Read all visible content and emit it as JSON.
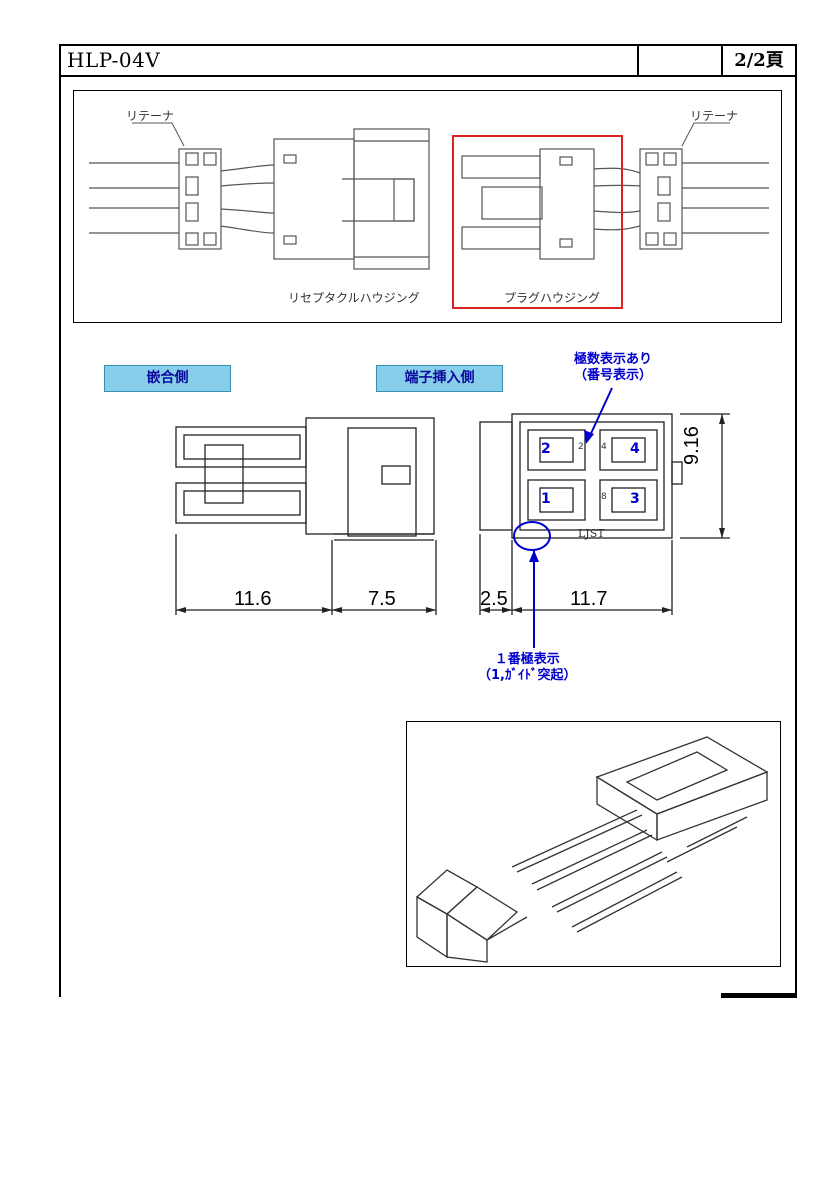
{
  "header": {
    "title": "HLP-04V",
    "blank": "",
    "page": "2/2頁"
  },
  "top_view": {
    "retainer_left": "リテーナ",
    "retainer_right": "リテーナ",
    "receptacle_label": "リセプタクルハウジング",
    "plug_label": "プラグハウジング"
  },
  "views": {
    "mating_side": "嵌合側",
    "insertion_side": "端子挿入側"
  },
  "notes": {
    "pole_display_line1": "極数表示あり",
    "pole_display_line2": "（番号表示）",
    "pole1_line1": "１番極表示",
    "pole1_line2": "（1,ｶﾞｲﾄﾞ突起）"
  },
  "pins": {
    "p1": "1",
    "p2": "2",
    "p3": "3",
    "p4": "4",
    "s2": "2",
    "s4": "4",
    "s8": "8"
  },
  "brand": "LJST",
  "dims": {
    "d1": "11.6",
    "d2": "7.5",
    "d3": "2.5",
    "d4": "11.7",
    "height": "9.16"
  },
  "colors": {
    "accent_red": "#dd2222",
    "tag_bg": "#87ceeb",
    "note_blue": "#0000cc"
  }
}
